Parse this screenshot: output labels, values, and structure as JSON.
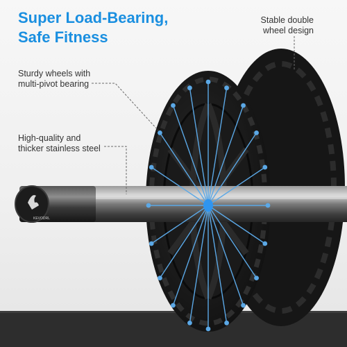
{
  "headline": {
    "line1": "Super Load-Bearing,",
    "line2": "Safe Fitness"
  },
  "callouts": {
    "double_wheel": {
      "line1": "Stable double",
      "line2": "wheel design"
    },
    "wheels": {
      "line1": "Sturdy wheels with",
      "line2": "multi-pivot bearing"
    },
    "steel": {
      "line1": "High-quality and",
      "line2": "thicker stainless steel"
    }
  },
  "logo": {
    "text": "KEVODRL"
  },
  "colors": {
    "headline": "#1a8fe0",
    "spoke": "#5ba8e6",
    "hub": "#2f95f0",
    "wheel": "#1b1b1b",
    "floor": "#2d2d2d",
    "background": "#f2f2f2"
  },
  "icons": {
    "hub": "bearing-hub-icon",
    "logo": "deer-logo-icon"
  }
}
